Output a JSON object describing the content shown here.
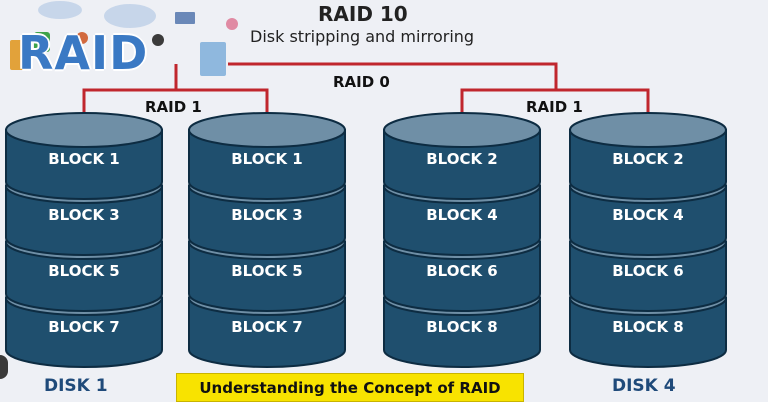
{
  "header": {
    "title": "RAID 10",
    "subtitle": "Disk stripping and mirroring"
  },
  "logo": {
    "text": "RAID"
  },
  "levels": {
    "raid0": "RAID 0",
    "raid1_left": "RAID 1",
    "raid1_right": "RAID 1"
  },
  "disks": [
    {
      "label": "DISK 1",
      "blocks": [
        "BLOCK 1",
        "BLOCK 3",
        "BLOCK 5",
        "BLOCK 7"
      ]
    },
    {
      "label": "",
      "blocks": [
        "BLOCK 1",
        "BLOCK 3",
        "BLOCK 5",
        "BLOCK 7"
      ]
    },
    {
      "label": "",
      "blocks": [
        "BLOCK 2",
        "BLOCK 4",
        "BLOCK 6",
        "BLOCK 8"
      ]
    },
    {
      "label": "DISK 4",
      "blocks": [
        "BLOCK 2",
        "BLOCK 4",
        "BLOCK 6",
        "BLOCK 8"
      ]
    }
  ],
  "caption": "Understanding the Concept of RAID",
  "colors": {
    "disk_body": "#1f4f6e",
    "disk_top": "#6f8fa6",
    "disk_rim": "#0d2c42",
    "connector": "#c0262d",
    "caption_bg": "#f8e300",
    "disk_label": "#1f4a7a"
  }
}
